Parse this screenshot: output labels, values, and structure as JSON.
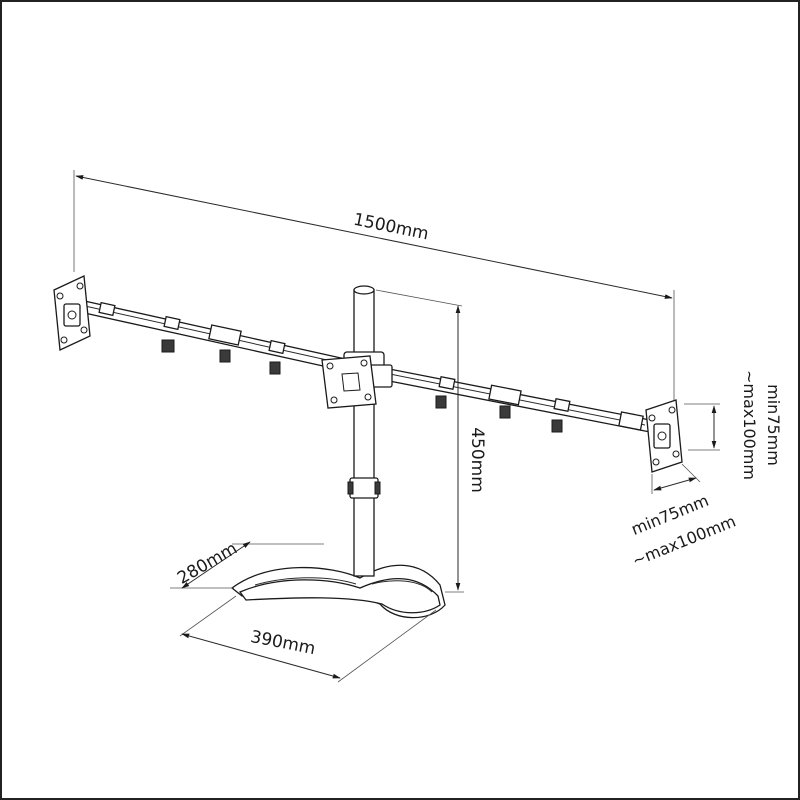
{
  "diagram": {
    "labels": {
      "arm_span": "1500mm",
      "pole_height": "450mm",
      "base_depth": "280mm",
      "base_width": "390mm",
      "vesa_vertical_min": "min75mm",
      "vesa_vertical_max": "~max100mm",
      "vesa_horizontal_min": "min75mm",
      "vesa_horizontal_max": "~max100mm"
    },
    "colors": {
      "line": "#1a1a1a",
      "frame": "#222222",
      "background": "#ffffff"
    }
  }
}
